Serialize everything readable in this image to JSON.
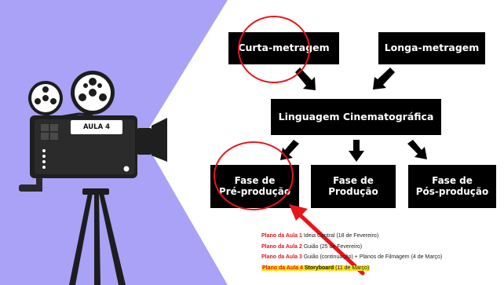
{
  "colors": {
    "background_panel": "#a9a2f7",
    "node_fill": "#000000",
    "node_text": "#ffffff",
    "highlight_circle": "#e8141a",
    "highlight_arrow": "#e8141a",
    "current_lesson_highlight": "#ffe21a"
  },
  "camera": {
    "label": "AULA 4"
  },
  "diagram": {
    "nodes": {
      "curta": {
        "lines": [
          "Curta-metragem"
        ]
      },
      "longa": {
        "lines": [
          "Longa-metragem"
        ]
      },
      "linguagem": {
        "lines": [
          "Linguagem Cinematográfica"
        ]
      },
      "pre": {
        "lines": [
          "Fase de",
          "Pré-produção"
        ]
      },
      "producao": {
        "lines": [
          "Fase de",
          "Produção"
        ]
      },
      "pos": {
        "lines": [
          "Fase de",
          "Pós-produção"
        ]
      }
    },
    "edges": [
      {
        "from": "curta",
        "to": "linguagem"
      },
      {
        "from": "longa",
        "to": "linguagem"
      },
      {
        "from": "linguagem",
        "to": "pre"
      },
      {
        "from": "linguagem",
        "to": "producao"
      },
      {
        "from": "linguagem",
        "to": "pos"
      }
    ],
    "annotations": {
      "circled_nodes": [
        "curta",
        "pre"
      ],
      "pointer_arrow_target": "pre"
    }
  },
  "lessons": [
    {
      "title": "Plano da Aula 1",
      "text": " Ideia Central (18 de Fevereiro)",
      "current": false
    },
    {
      "title": "Plano da Aula 2",
      "text": " Guião (25 de Fevereiro)",
      "current": false
    },
    {
      "title": "Plano da Aula 3",
      "text": " Guião (continuação) + Planos de Filmagem (4 de Março)",
      "current": false
    },
    {
      "title": "Plano da Aula 4",
      "strong": " Storyboard",
      "text": " (11 de Março)",
      "current": true
    }
  ]
}
